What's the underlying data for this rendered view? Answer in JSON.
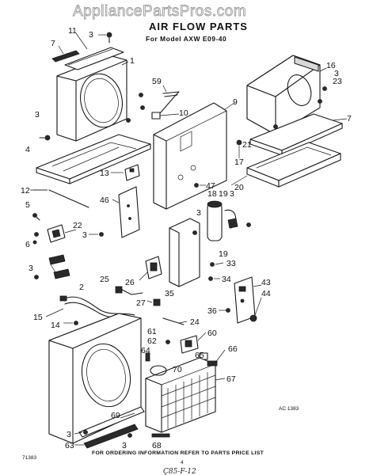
{
  "watermark": "AppliancePartsPros.com",
  "title": "AIR FLOW PARTS",
  "subtitle": "For Model AXW E09-40",
  "footer_note": "FOR ORDERING INFORMATION REFER TO PARTS PRICE LIST",
  "ref_code": "AC 1383",
  "corner_code": "71383",
  "page_number": "4",
  "handwritten_code": "Ç85-F-12",
  "callouts": [
    "3",
    "11",
    "7",
    "1",
    "59",
    "10",
    "9",
    "16",
    "3",
    "23",
    "3",
    "7",
    "4",
    "21",
    "17",
    "20",
    "13",
    "47",
    "3",
    "12",
    "18",
    "19",
    "3",
    "46",
    "5",
    "22",
    "3",
    "6",
    "19",
    "3",
    "33",
    "2",
    "25",
    "26",
    "34",
    "35",
    "43",
    "44",
    "36",
    "27",
    "15",
    "14",
    "24",
    "61",
    "62",
    "60",
    "64",
    "65",
    "66",
    "70",
    "67",
    "69",
    "3",
    "63",
    "3",
    "68"
  ]
}
